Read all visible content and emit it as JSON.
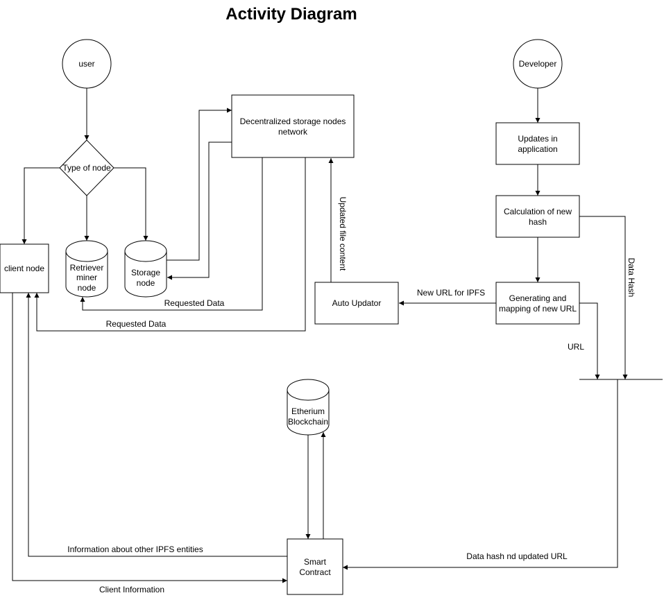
{
  "title": "Activity Diagram",
  "nodes": {
    "user": "user",
    "developer": "Developer",
    "type_of_node": "Type of node",
    "client_node": "client node",
    "retriever": [
      "Retriever",
      "miner",
      "node"
    ],
    "storage": [
      "Storage",
      "node"
    ],
    "dsn": [
      "Decentralized storage nodes",
      "network"
    ],
    "auto_updator": "Auto Updator",
    "updates": [
      "Updates in",
      "application"
    ],
    "calc_hash": [
      "Calculation of new",
      "hash"
    ],
    "gen_url": [
      "Generating and",
      "mapping of new URL"
    ],
    "etherium": [
      "Etherium",
      "Blockchain"
    ],
    "smart_contract": [
      "Smart",
      "Contract"
    ]
  },
  "edge_labels": {
    "requested_data_1": "Requested Data",
    "requested_data_2": "Requested Data",
    "updated_file_content": "Updated file content",
    "new_url_ipfs": "New URL for IPFS",
    "data_hash": "Data Hash",
    "url": "URL",
    "info_ipfs": "Information about other IPFS entities",
    "client_info": "Client Information",
    "data_hash_url": "Data hash nd updated URL"
  }
}
